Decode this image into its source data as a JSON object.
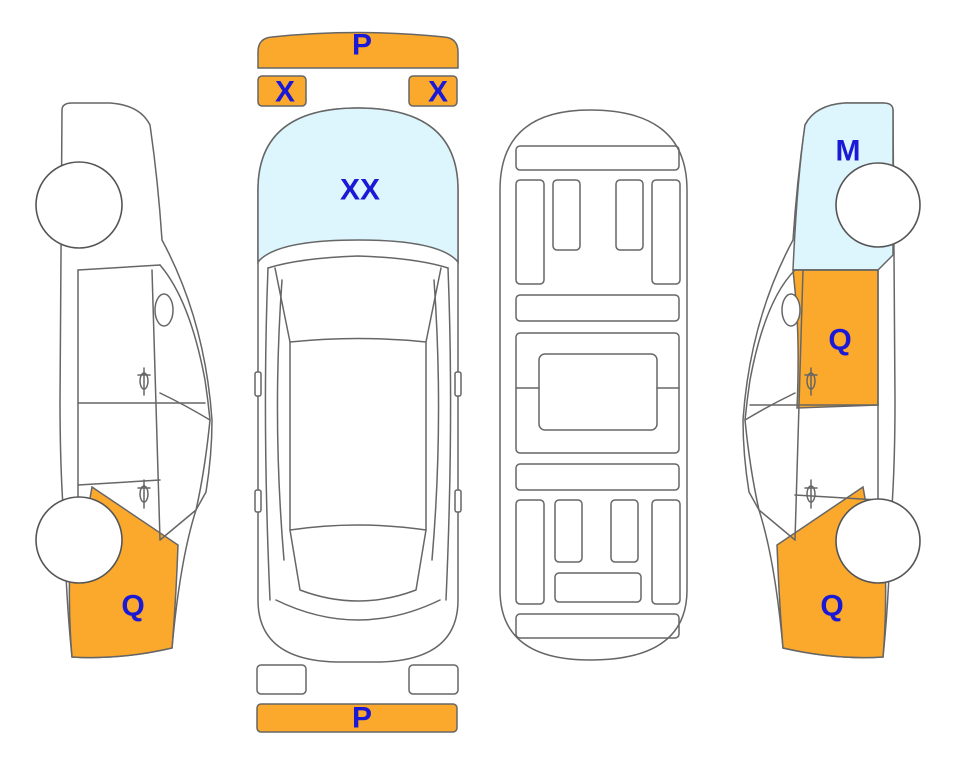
{
  "colors": {
    "damage": "#FBA92D",
    "glass_marked": "#DDF5FD",
    "label": "#1A1AD6",
    "outline": "#666666"
  },
  "labels": {
    "front_bumper": "P",
    "rear_bumper": "P",
    "left_headlight": "X",
    "right_headlight": "X",
    "windshield": "XX",
    "left_front_fender": "Q",
    "right_mirror_area": "M",
    "right_front_door": "Q",
    "right_rear_fender": "Q"
  }
}
